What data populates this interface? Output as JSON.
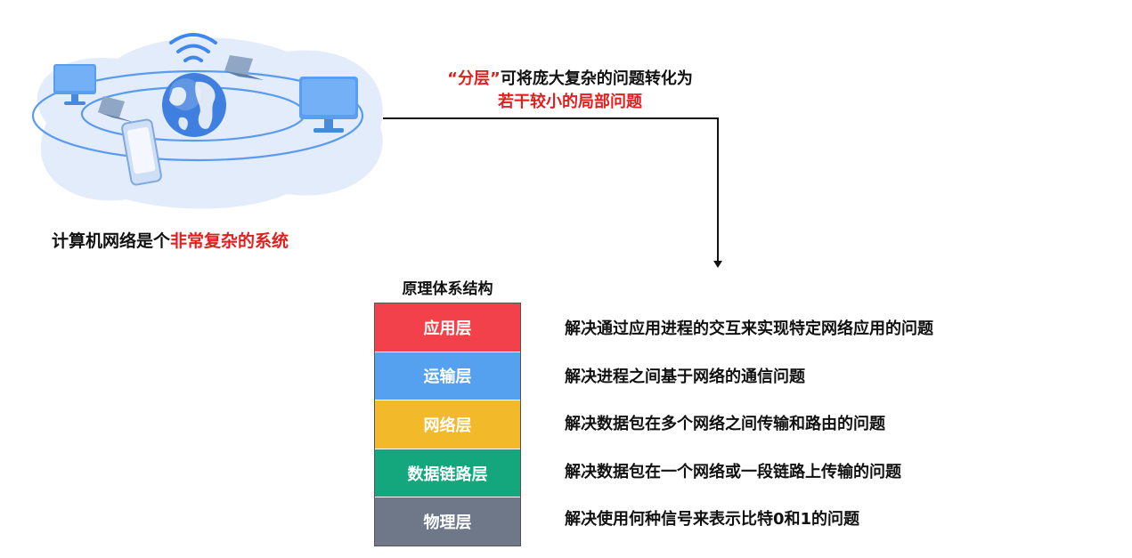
{
  "left_caption": {
    "prefix": "计算机网络是个",
    "highlight": "非常复杂的系统"
  },
  "note": {
    "open_quote": "“",
    "keyword": "分层",
    "close_quote": "”",
    "rest": "可将庞大复杂的问题转化为",
    "line2": "若干较小的局部问题"
  },
  "stack": {
    "title": "原理体系结构",
    "layers": [
      {
        "name": "应用层",
        "color": "#f2414b",
        "description": "解决通过应用进程的交互来实现特定网络应用的问题"
      },
      {
        "name": "运输层",
        "color": "#55a1ef",
        "description": "解决进程之间基于网络的通信问题"
      },
      {
        "name": "网络层",
        "color": "#f2b92b",
        "description": "解决数据包在多个网络之间传输和路由的问题"
      },
      {
        "name": "数据链路层",
        "color": "#14a67d",
        "description": "解决数据包在一个网络或一段链路上传输的问题"
      },
      {
        "name": "物理层",
        "color": "#6f7889",
        "description": "解决使用何种信号来表示比特0和1的问题"
      }
    ]
  },
  "colors": {
    "highlight": "#e02020",
    "connector": "#111111"
  },
  "icons": [
    "wifi-icon",
    "globe-icon",
    "monitor-icon",
    "laptop-icon",
    "smartphone-icon"
  ]
}
